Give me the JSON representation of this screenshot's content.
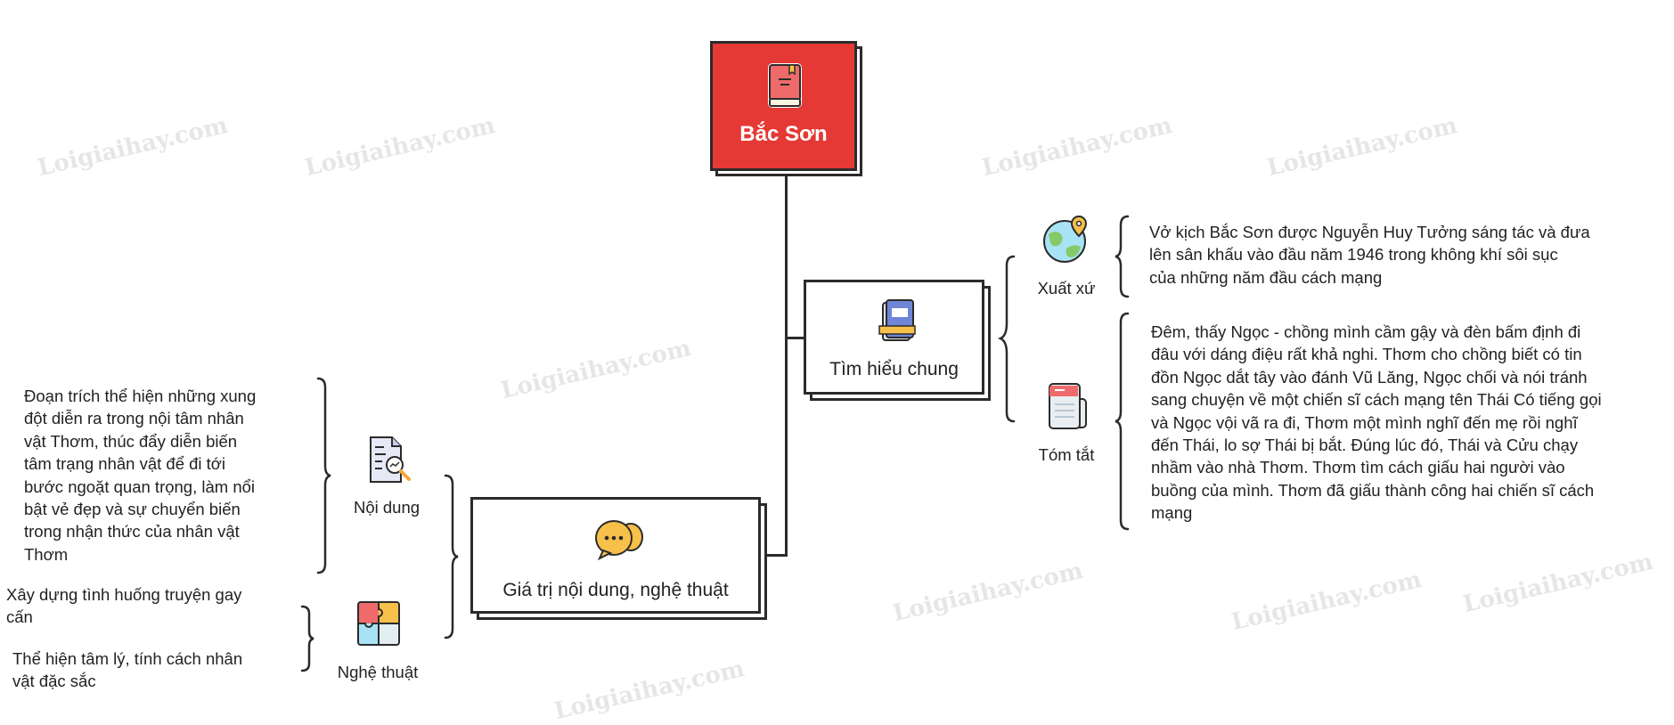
{
  "root": {
    "title": "Bắc Sơn",
    "icon": "book-icon",
    "color": "#e53935"
  },
  "branches": {
    "general": {
      "title": "Tìm hiểu chung",
      "icon": "blue-book-icon",
      "children": [
        {
          "label": "Xuất xứ",
          "icon": "globe-pin-icon",
          "text": [
            "Vở kịch Bắc Sơn được Nguyễn Huy Tưởng sáng tác và đưa",
            "lên sân khấu vào đầu năm 1946 trong không khí sôi sục",
            "của những năm đầu cách mạng"
          ]
        },
        {
          "label": "Tóm tắt",
          "icon": "newspaper-icon",
          "text": [
            "Đêm, thấy Ngọc - chồng mình cầm gậy và đèn bấm định đi",
            "đâu với dáng điệu rất khả nghi. Thơm cho chồng biết có tin",
            "đồn Ngọc dắt tây vào đánh Vũ Lăng, Ngọc chối và nói tránh",
            "sang chuyện về một chiến sĩ cách mạng tên Thái Có tiếng gọi",
            "và Ngọc vội vã ra đi, Thơm một mình nghĩ đến mẹ rồi nghĩ",
            "đến Thái, lo sợ Thái bị bắt. Đúng lúc đó, Thái và Cửu chạy",
            "nhầm vào nhà Thơm. Thơm tìm cách giấu hai người vào",
            "buồng của mình. Thơm đã giấu thành công hai chiến sĩ cách",
            "mạng"
          ]
        }
      ]
    },
    "value": {
      "title": "Giá trị nội dung, nghệ thuật",
      "icon": "chat-bubbles-icon",
      "children": [
        {
          "label": "Nội dung",
          "icon": "document-search-icon",
          "text": [
            "Đoạn trích thể hiện những xung",
            "đột diễn ra trong nội tâm nhân",
            "vật Thơm, thúc đẩy diễn biến",
            "tâm trạng nhân vật để đi tới",
            "bước ngoặt quan trọng, làm nổi",
            "bật vẻ đẹp và sự chuyển biến",
            "trong nhận thức của nhân vật",
            "Thơm"
          ]
        },
        {
          "label": "Nghệ thuật",
          "icon": "puzzle-icon",
          "items": [
            [
              "Xây dựng tình huống truyện gay",
              "cấn"
            ],
            [
              "Thể hiện tâm lý, tính cách nhân",
              "vật đặc sắc"
            ]
          ]
        }
      ]
    }
  },
  "watermark": "Loigiaihay.com"
}
